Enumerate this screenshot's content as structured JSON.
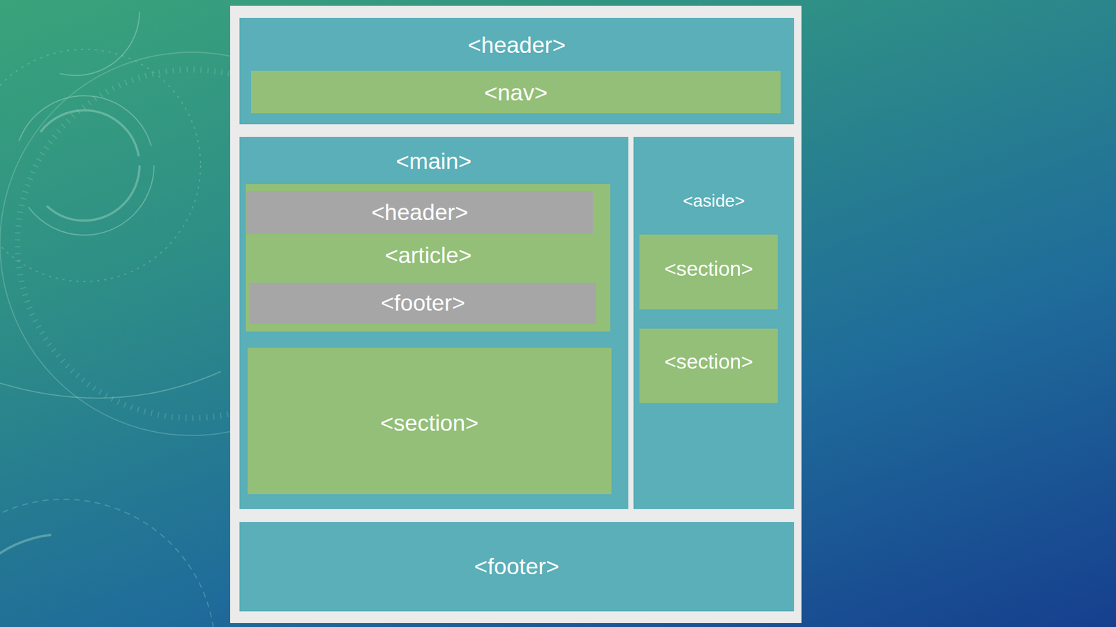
{
  "diagram": {
    "nodes": [
      {
        "text": [
          "<header>"
        ]
      },
      {
        "text": [
          "<nav>"
        ],
        "in": 0
      },
      {
        "text": [
          "<main>"
        ]
      },
      {
        "text": [
          "<article>"
        ],
        "in": 2
      },
      {
        "text": [
          "<header>"
        ],
        "in": 3
      },
      {
        "text": [
          "<footer>"
        ],
        "in": 3
      },
      {
        "text": [
          "<section>"
        ],
        "in": 2
      },
      {
        "text": [
          "<aside>"
        ]
      },
      {
        "text": [
          "<section>"
        ],
        "in": 7
      },
      {
        "text": [
          "<section>"
        ],
        "in": 7
      },
      {
        "text": [
          "<footer>"
        ]
      }
    ]
  }
}
